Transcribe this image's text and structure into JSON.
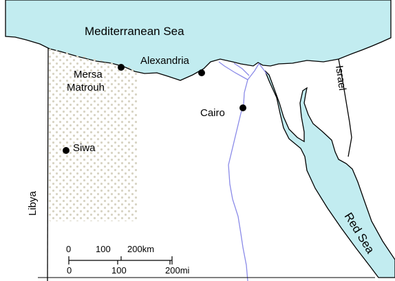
{
  "map": {
    "colors": {
      "sea": "#c2ecf0",
      "land": "#ffffff",
      "desert_dots": "#d8d4c4",
      "border": "#000000",
      "river": "#8a8ae8"
    },
    "seas": [
      {
        "id": "mediterranean",
        "label": "Mediterranean Sea"
      },
      {
        "id": "red-sea",
        "label": "Red Sea"
      }
    ],
    "countries": [
      {
        "id": "libya",
        "label": "Libya"
      },
      {
        "id": "israel",
        "label": "Israel"
      }
    ],
    "cities": [
      {
        "id": "mersa-matrouh",
        "label_line1": "Mersa",
        "label_line2": "Matrouh"
      },
      {
        "id": "alexandria",
        "label": "Alexandria"
      },
      {
        "id": "cairo",
        "label": "Cairo"
      },
      {
        "id": "siwa",
        "label": "Siwa"
      }
    ],
    "scale_bar": {
      "km_labels": [
        "0",
        "100",
        "200km"
      ],
      "mi_labels": [
        "0",
        "100",
        "200mi"
      ]
    }
  }
}
